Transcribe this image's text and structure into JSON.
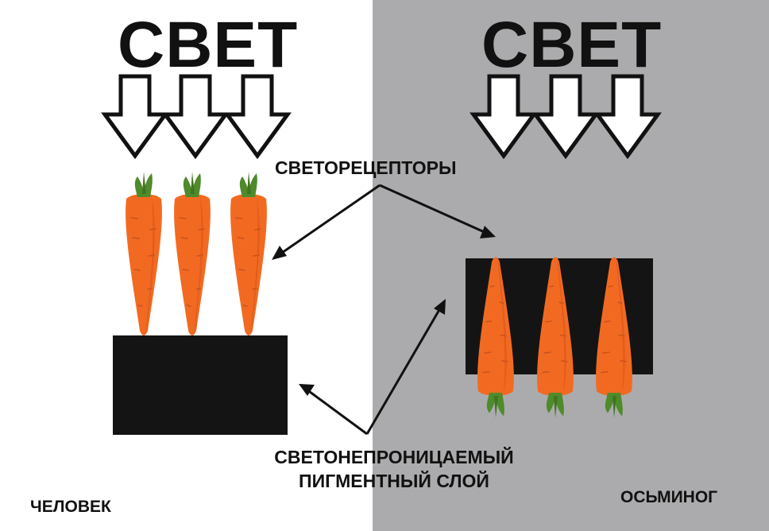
{
  "diagram": {
    "left_panel": {
      "title": "СВЕТ",
      "caption": "ЧЕЛОВЕК",
      "background": "#ffffff"
    },
    "right_panel": {
      "title": "СВЕТ",
      "caption": "ОСЬМИНОГ",
      "background": "#ababad"
    },
    "labels": {
      "photoreceptors": "СВЕТОРЕЦЕПТОРЫ",
      "pigment_line1": "СВЕТОНЕПРОНИЦАЕМЫЙ",
      "pigment_line2": "ПИГМЕНТНЫЙ СЛОЙ"
    },
    "colors": {
      "carrot": "#f26a21",
      "carrot_shadow": "#d9541a",
      "leaves": "#4f8a2b",
      "pigment": "#141414"
    },
    "icons": [
      "down-arrow-icon",
      "carrot-icon"
    ]
  }
}
